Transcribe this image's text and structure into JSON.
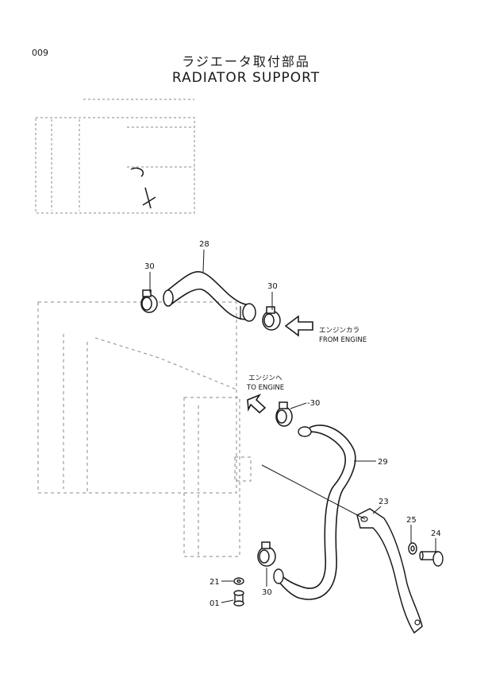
{
  "page_number": "009",
  "title_jp": "ラジエータ取付部品",
  "title_en": "RADIATOR  SUPPORT",
  "notes": {
    "from_engine_jp": "エンジンカラ",
    "from_engine_en": "FROM ENGINE",
    "to_engine_jp": "エンジンへ",
    "to_engine_en": "TO ENGINE"
  },
  "callouts": {
    "p28": "28",
    "p30a": "30",
    "p30b": "30",
    "p30c": "-30",
    "p29": "29",
    "p23": "23",
    "p25": "25",
    "p24": "24",
    "p21": "21",
    "p01": "01",
    "p30d": "30"
  },
  "colors": {
    "line": "#1a1a1a",
    "faint": "#8a8a8a"
  }
}
